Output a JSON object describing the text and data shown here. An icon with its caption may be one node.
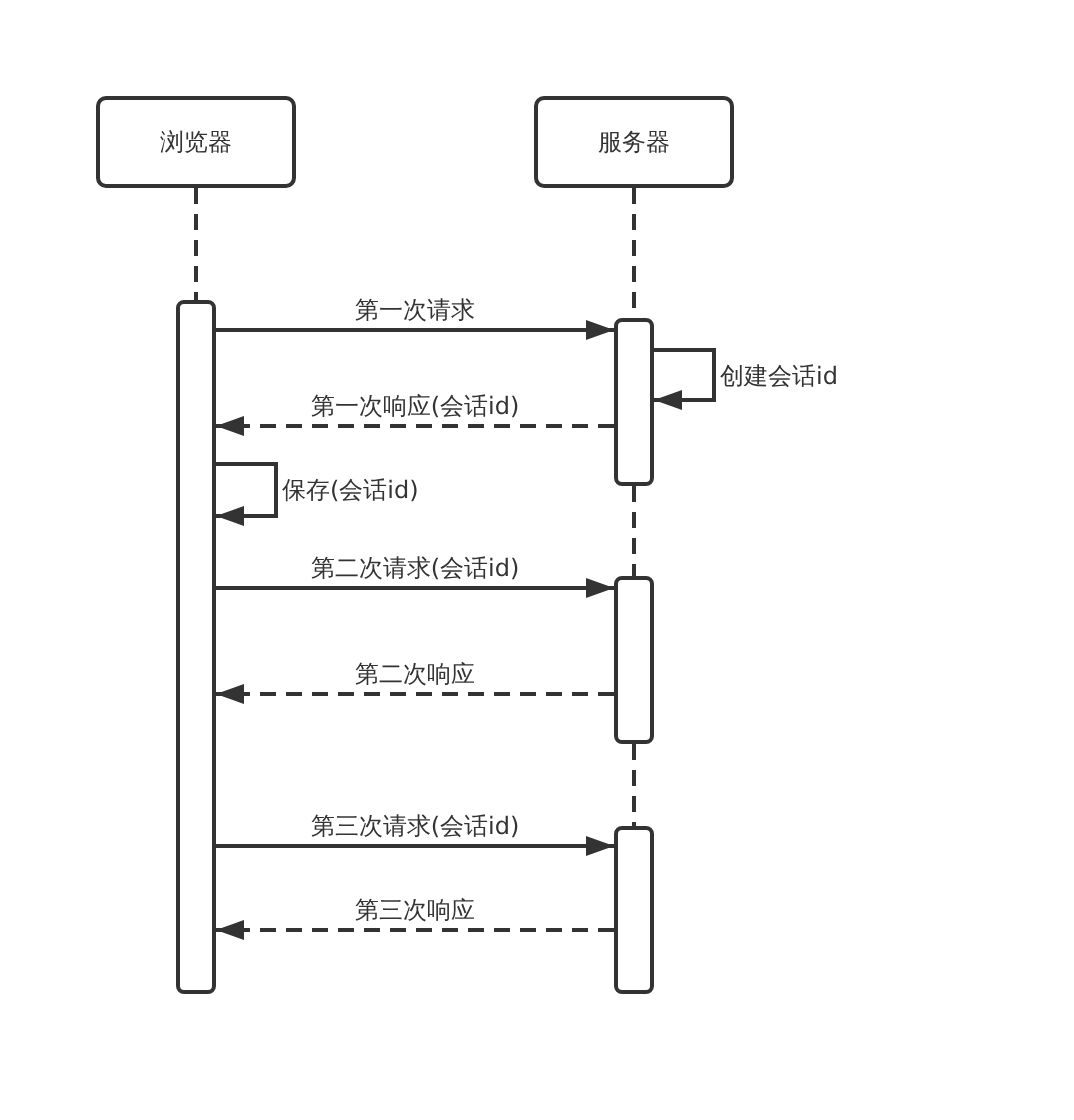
{
  "diagram": {
    "nodes": [
      {
        "text": [
          "浏览器"
        ]
      },
      {
        "text": [
          "服务器"
        ]
      },
      {
        "text": [],
        "shape": "bar"
      },
      {
        "text": [],
        "shape": "bar"
      },
      {
        "text": [],
        "shape": "bar"
      },
      {
        "text": [],
        "shape": "bar"
      }
    ],
    "edges": [
      {
        "from": 0,
        "to": 2,
        "arrow": "none",
        "style": "dashed"
      },
      {
        "from": 1,
        "to": 3,
        "arrow": "none",
        "style": "dashed"
      },
      {
        "from": 3,
        "to": 4,
        "arrow": "none",
        "style": "dashed"
      },
      {
        "from": 4,
        "to": 5,
        "arrow": "none",
        "style": "dashed"
      },
      {
        "from": 2,
        "to": 3,
        "arrow": "to",
        "label": "第一次请求"
      },
      {
        "from": 3,
        "to": 3,
        "arrow": "to",
        "label": "创建会话id"
      },
      {
        "from": 3,
        "to": 2,
        "arrow": "to",
        "label": "第一次响应(会话id)",
        "style": "dashed"
      },
      {
        "from": 2,
        "to": 2,
        "arrow": "to",
        "label": "保存(会话id)"
      },
      {
        "from": 2,
        "to": 4,
        "arrow": "to",
        "label": "第二次请求(会话id)"
      },
      {
        "from": 4,
        "to": 2,
        "arrow": "to",
        "label": "第二次响应",
        "style": "dashed"
      },
      {
        "from": 2,
        "to": 5,
        "arrow": "to",
        "label": "第三次请求(会话id)"
      },
      {
        "from": 5,
        "to": 2,
        "arrow": "to",
        "label": "第三次响应",
        "style": "dashed"
      }
    ]
  }
}
